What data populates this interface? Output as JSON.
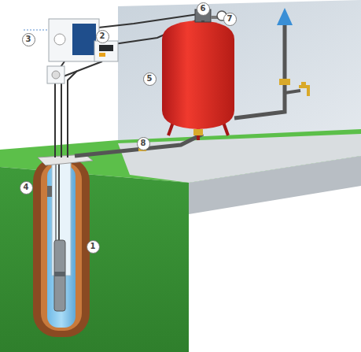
{
  "diagram": {
    "labels": [
      "6",
      "7",
      "3",
      "2",
      "5",
      "8",
      "4",
      "1"
    ]
  }
}
